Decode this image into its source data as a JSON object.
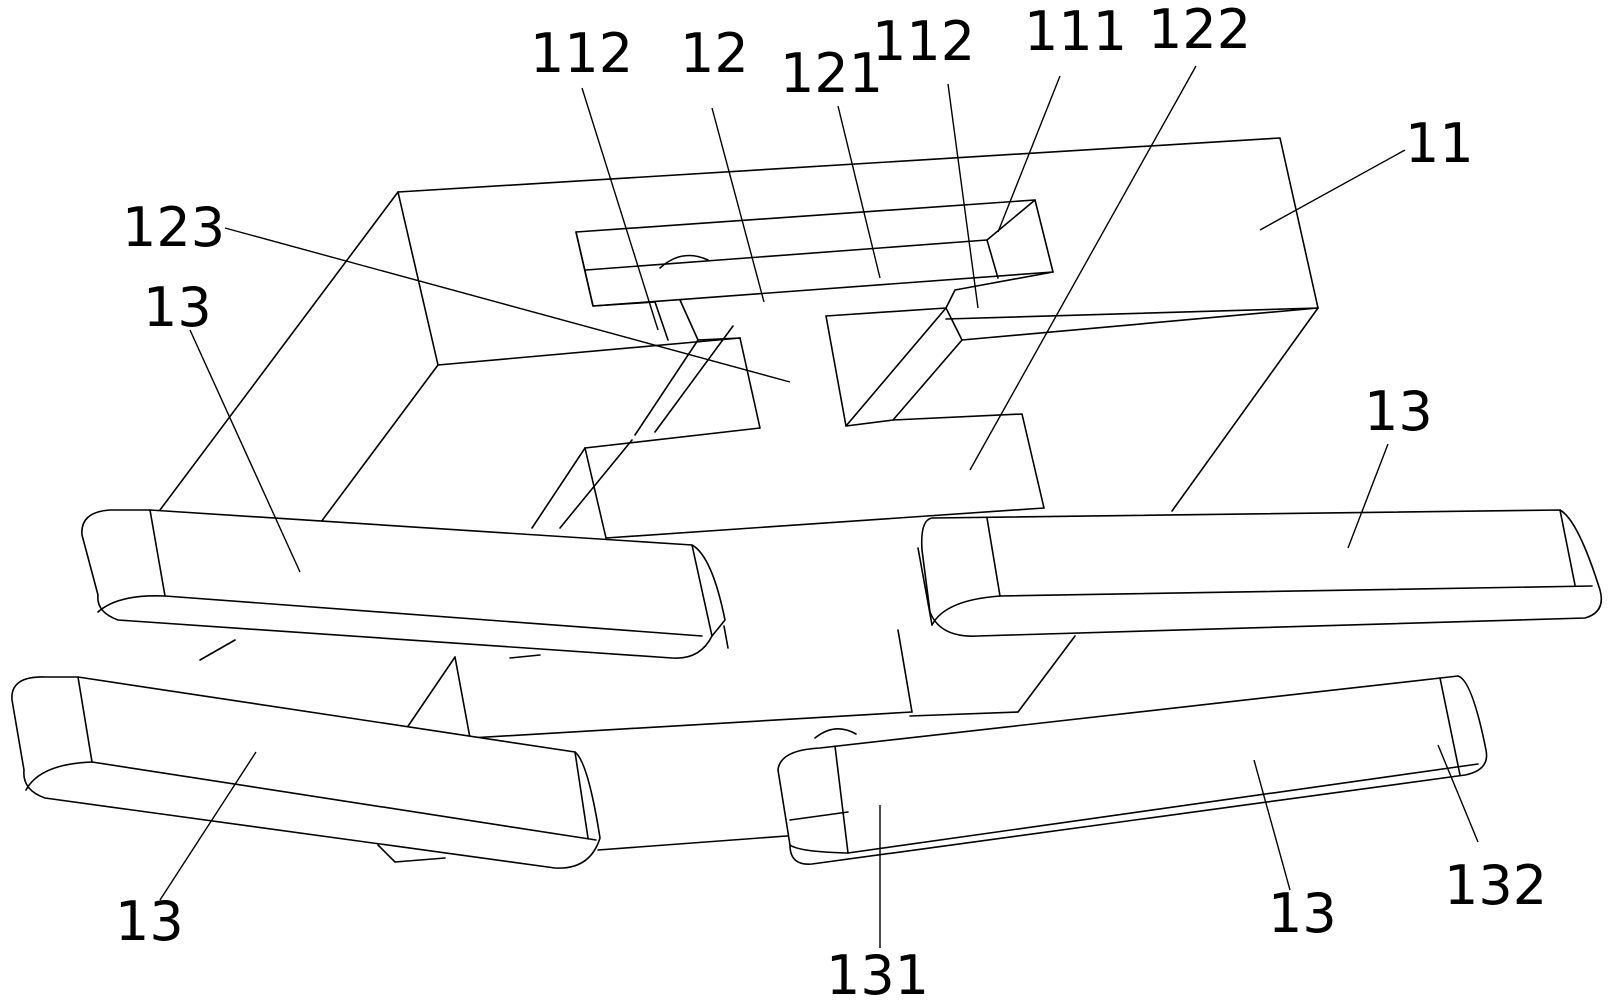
{
  "figure": {
    "labels": {
      "l112a": "112",
      "l12": "12",
      "l121": "121",
      "l112b": "112",
      "l111": "111",
      "l122": "122",
      "l11": "11",
      "l123": "123",
      "l13a": "13",
      "l13b": "13",
      "l13c": "13",
      "l13d": "13",
      "l131": "131",
      "l132": "132"
    },
    "colors": {
      "line": "#000000",
      "background": "#ffffff"
    }
  }
}
